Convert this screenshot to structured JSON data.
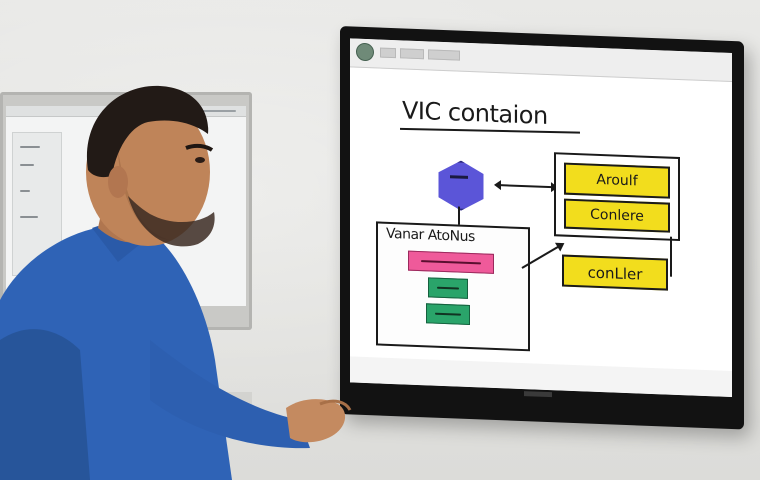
{
  "diagram": {
    "title": "VIC contaion",
    "group_title": "Vanar AtoNus",
    "right_boxes": [
      "Aroulf",
      "Conlere"
    ],
    "lower_box": "conLler"
  },
  "colors": {
    "wall": "#e6e6e4",
    "shirt": "#2f63b6",
    "hexagon": "#5b55d8",
    "pink_box": "#ef5a9a",
    "green_box": "#2aa46a",
    "yellow_box": "#f2dd1d",
    "monitor_frame": "#121212"
  },
  "icons": [
    "app-icon",
    "hexagon-node",
    "double-arrow",
    "diagonal-arrow"
  ]
}
